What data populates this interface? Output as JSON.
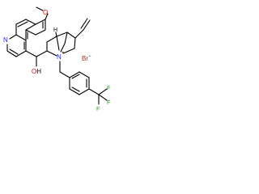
{
  "molecule": {
    "atoms": {
      "methoxy_o": "O",
      "quinoline_n": "N",
      "hydroxyl": "OH",
      "hydroxyl_o": "O",
      "hydroxyl_h": "H",
      "quaternary_n": "N",
      "charge": "+",
      "stereo_h": "H",
      "bromide": "Br",
      "bromide_charge": "−",
      "fluorine": "F"
    },
    "colors": {
      "bond": "#000000",
      "oxygen": "#e00000",
      "nitrogen": "#1a1aff",
      "fluorine": "#2e9e2e",
      "bromine": "#a52a2a"
    }
  }
}
